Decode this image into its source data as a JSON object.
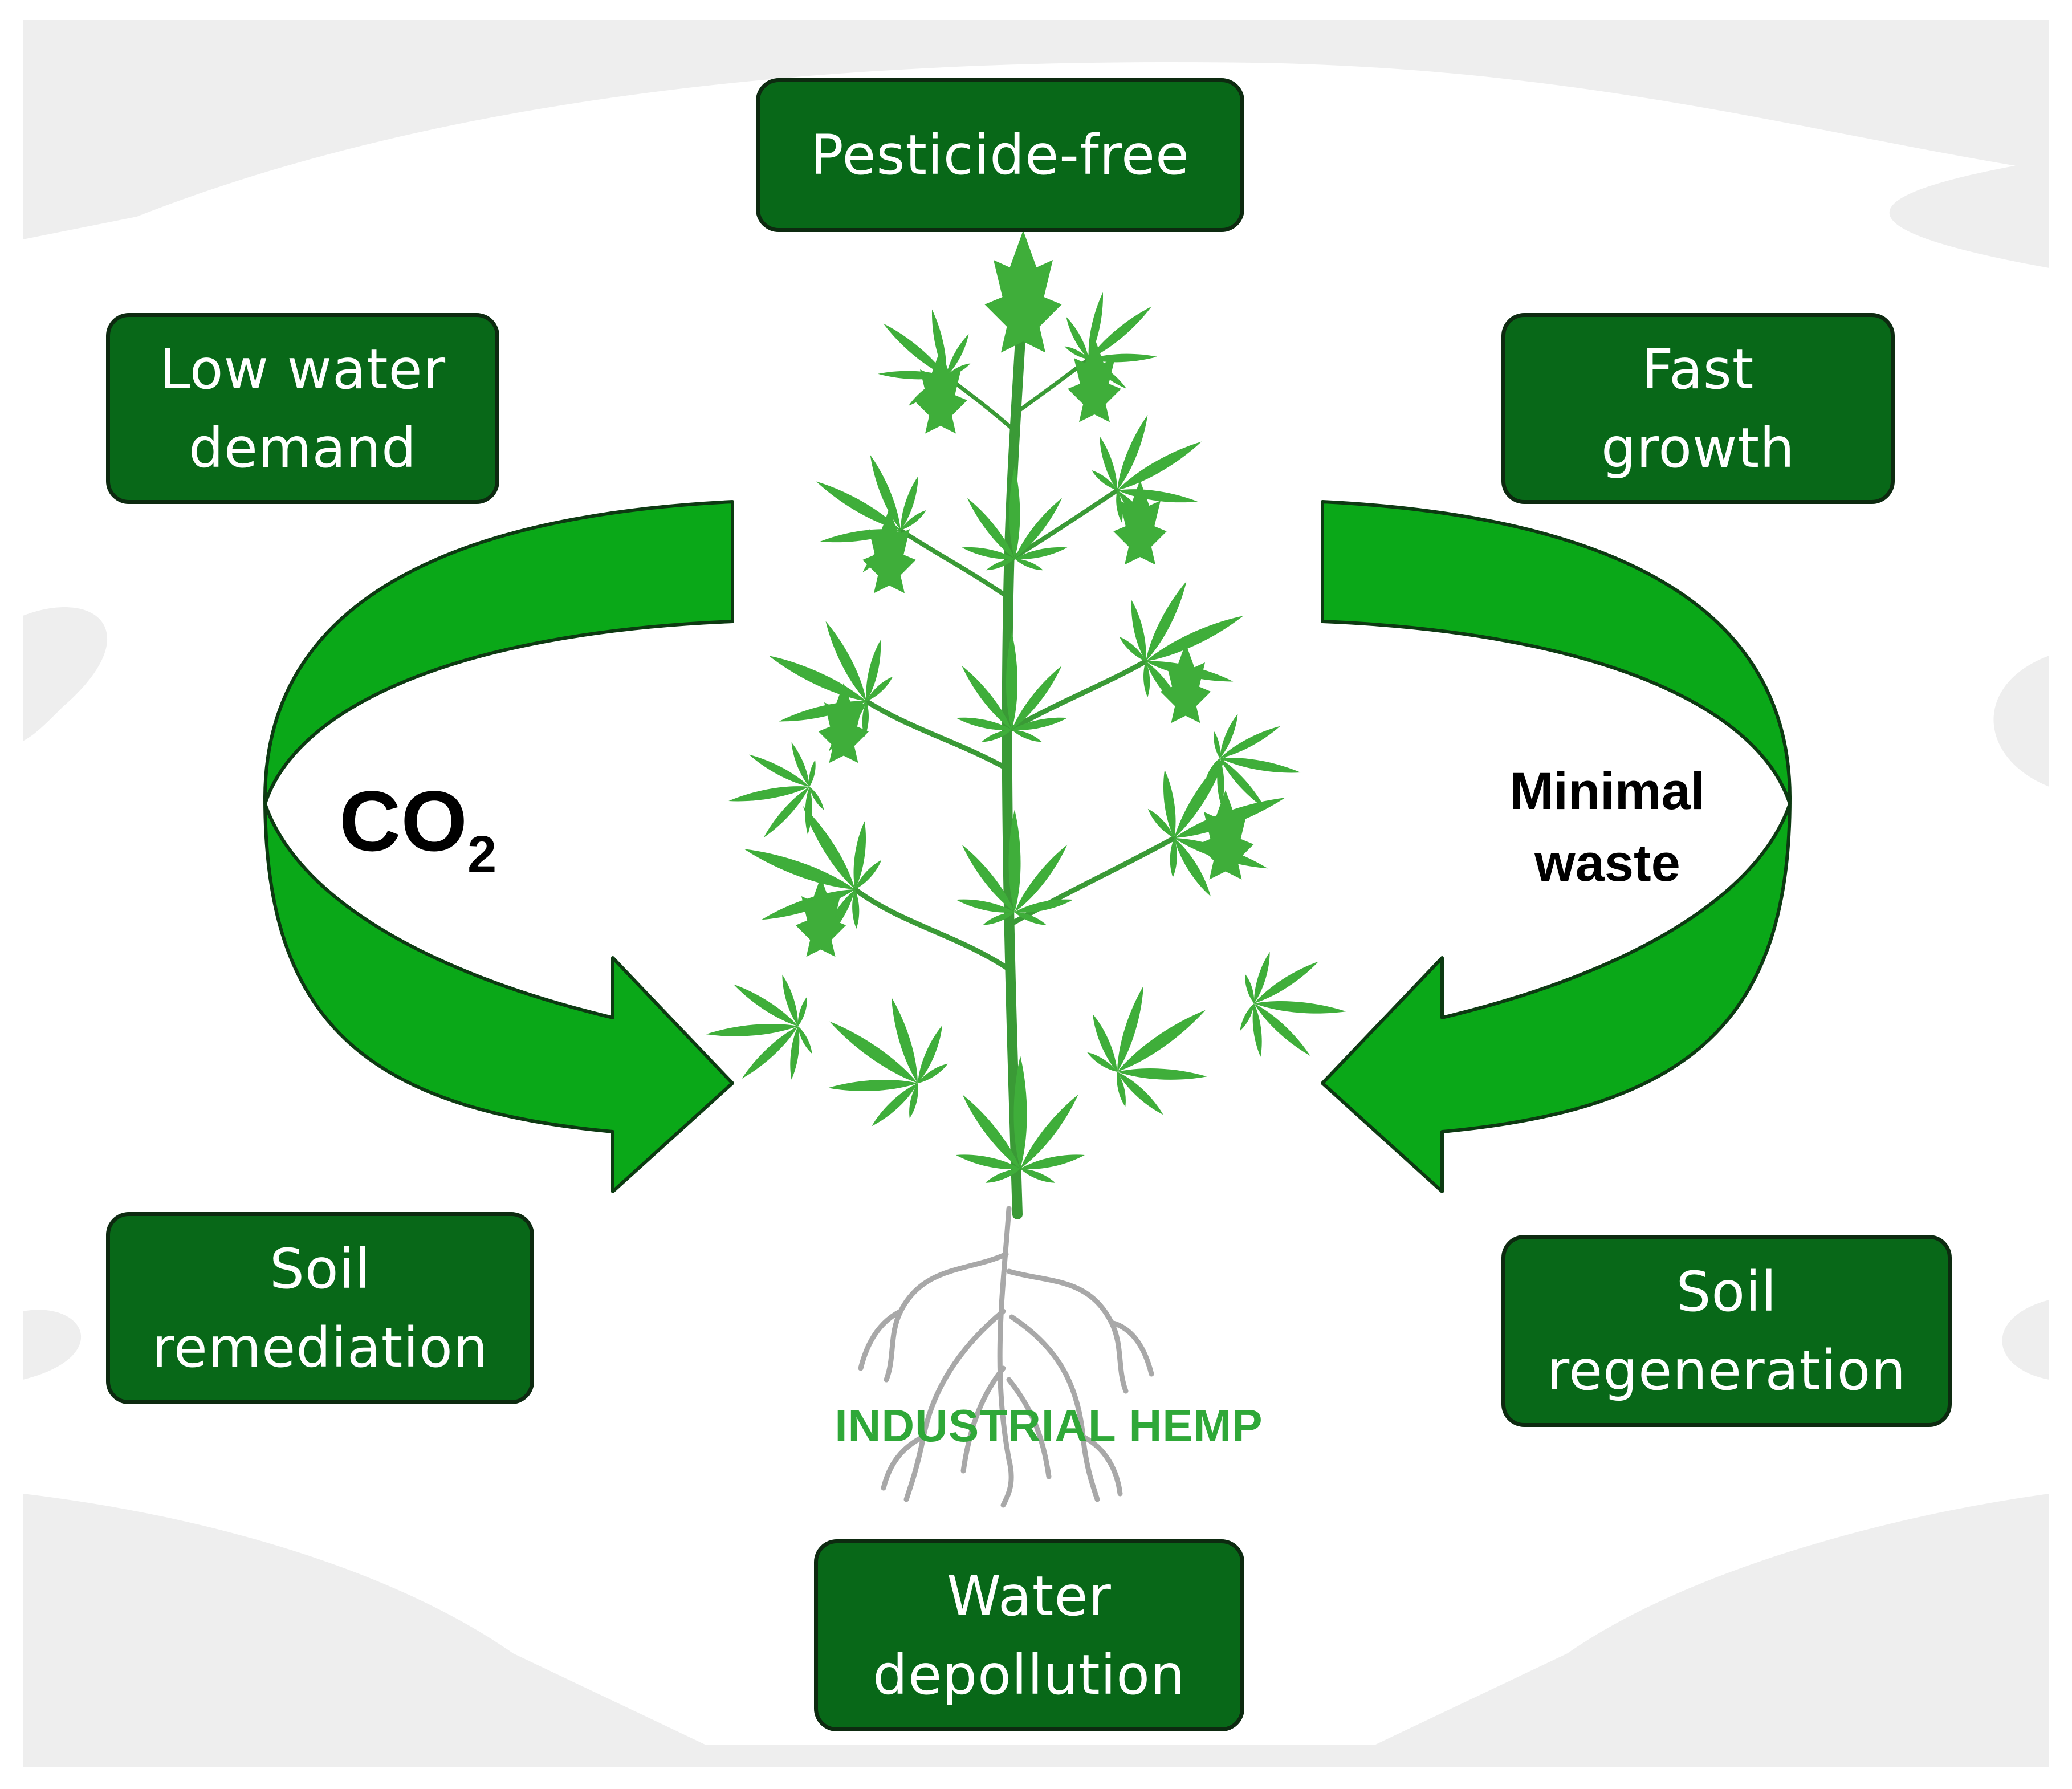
{
  "colors": {
    "box_fill": "#086818",
    "box_border": "#0d2a10",
    "box_text": "#ffffff",
    "arrow_fill": "#0aa818",
    "arrow_stroke": "#0d3a12",
    "leaf": "#3fae3a",
    "root": "#a8a8a8",
    "caption": "#2fa838",
    "backdrop": "#eeeeee"
  },
  "center": {
    "caption": "INDUSTRIAL HEMP",
    "icon": "hemp-plant-icon"
  },
  "left_cycle": {
    "label_main": "CO",
    "label_subscript": "2",
    "icon": "curved-arrow-icon"
  },
  "right_cycle": {
    "label_line1": "Minimal",
    "label_line2": "waste",
    "icon": "curved-arrow-icon"
  },
  "benefits": {
    "pesticide_free": {
      "line1": "Pesticide-free"
    },
    "low_water": {
      "line1": "Low water",
      "line2": "demand"
    },
    "fast_growth": {
      "line1": "Fast",
      "line2": "growth"
    },
    "soil_remediation": {
      "line1": "Soil",
      "line2": "remediation"
    },
    "soil_regeneration": {
      "line1": "Soil",
      "line2": "regeneration"
    },
    "water_depollution": {
      "line1": "Water",
      "line2": "depollution"
    }
  }
}
